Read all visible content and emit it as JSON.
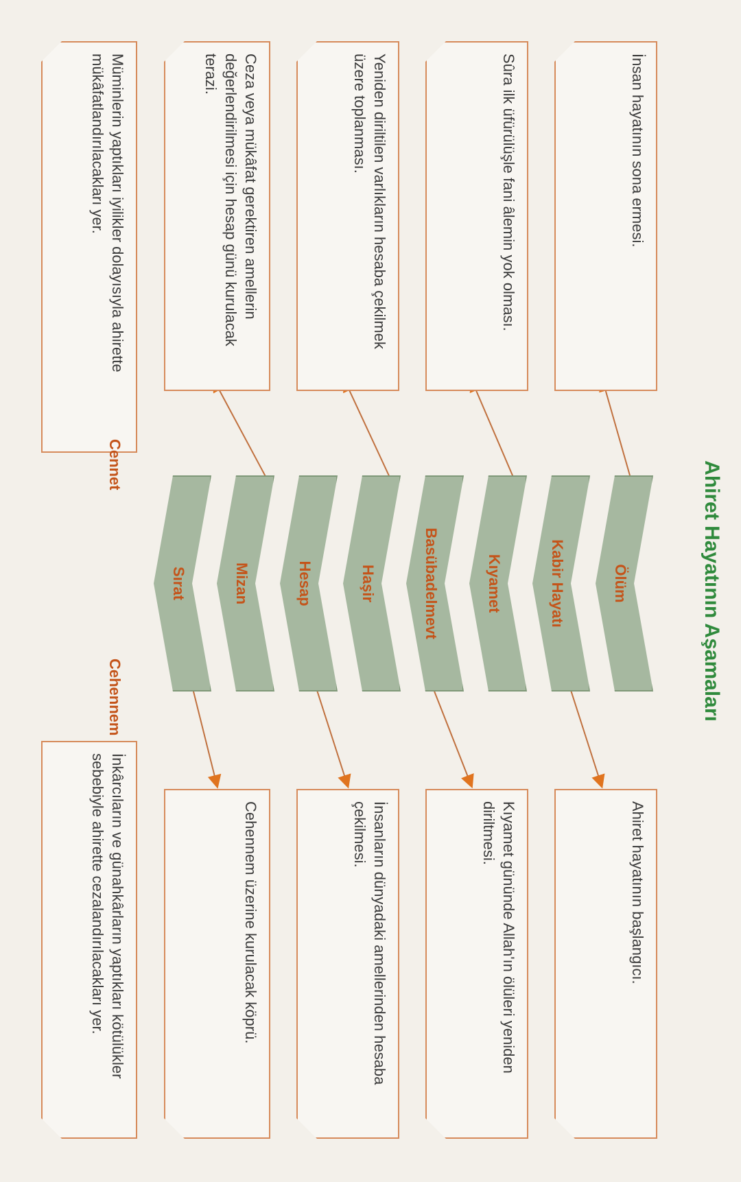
{
  "title": "Ahiret Hayatının Aşamaları",
  "stages": [
    "Ölüm",
    "Kabir Hayatı",
    "Kıyamet",
    "Basübadelmevt",
    "Haşir",
    "Hesap",
    "Mizan",
    "Sırat"
  ],
  "left_boxes": [
    "İnsan hayatının sona ermesi.",
    "Sûra ilk üfürülüşle fani âlemin yok olması.",
    "Yeniden diriltilen varlıkların hesaba çekilmek üzere toplanması.",
    "Ceza veya mükâfat gerektiren amellerin değerlendirilmesi için hesap günü kurulacak terazi.",
    "Müminlerin yaptıkları iyilikler dolayısıyla ahirette mükâfatlandırılacakları yer."
  ],
  "right_boxes": [
    "Ahiret hayatının başlangıcı.",
    "Kıyamet gününde Allah'ın ölüleri yeniden diriltmesi.",
    "İnsanların dünyadaki amellerinden hesaba çekilmesi.",
    "Cehennem üzerine kurulacak köprü.",
    "İnkârcıların ve günahkârların yaptıkları kötülükler sebebiyle ahirette cezalandırılacakları yer."
  ],
  "destinations": {
    "left": "Cennet",
    "right": "Cehennem"
  },
  "colors": {
    "title": "#2f8a3c",
    "stage_text": "#c4541a",
    "box_border": "#d68a5a",
    "chevron_fill": "#a6b8a0"
  }
}
